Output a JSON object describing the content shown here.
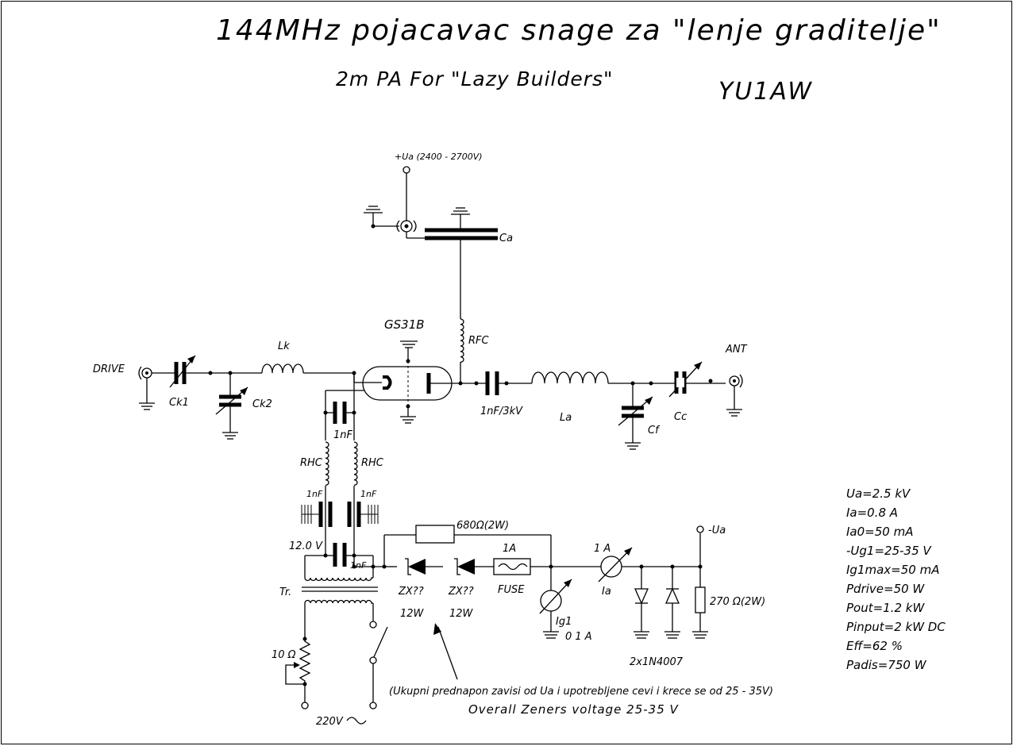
{
  "title": {
    "main": "144MHz pojacavac snage za \"lenje graditelje\"",
    "sub": "2m PA For \"Lazy Builders\"",
    "callsign": "YU1AW"
  },
  "labels": {
    "supply": "+Ua (2400 - 2700V)",
    "ca": "Ca",
    "tube": "GS31B",
    "rfc": "RFC",
    "drive": "DRIVE",
    "ck1": "Ck1",
    "ck2": "Ck2",
    "lk": "Lk",
    "cap_1nf_3kv": "1nF/3kV",
    "la": "La",
    "cf": "Cf",
    "cc": "Cc",
    "ant": "ANT",
    "cap_1nf_a": "1nF",
    "cap_1nf_b": "1nF",
    "cap_1nf_c": "1nF",
    "cap_1nf_d": "1nF",
    "rhc_left": "RHC",
    "rhc_right": "RHC",
    "v12": "12.0 V",
    "tr": "Tr.",
    "r680": "680Ω(2W)",
    "zener1": "ZX??",
    "zener2": "ZX??",
    "zener1_w": "12W",
    "zener2_w": "12W",
    "fuse_rating": "1A",
    "fuse": "FUSE",
    "ig1": "Ig1",
    "ig1_range": "0 1 A",
    "ia_range": "1 A",
    "ia": "Ia",
    "minus_ua": "-Ua",
    "r270": "270 Ω(2W)",
    "diodes": "2x1N4007",
    "r10": "10 Ω",
    "mains": "220V"
  },
  "specs": [
    "Ua=2.5 kV",
    "Ia=0.8 A",
    "Ia0=50 mA",
    "-Ug1=25-35 V",
    "Ig1max=50 mA",
    "Pdrive=50 W",
    "Pout=1.2 kW",
    "Pinput=2 kW DC",
    "Eff=62 %",
    "Padis=750 W"
  ],
  "notes": {
    "bias_note": "(Ukupni prednapon zavisi od Ua i upotrebljene cevi i krece se od 25 - 35V)",
    "overall": "Overall  Zeners voltage 25-35 V"
  }
}
